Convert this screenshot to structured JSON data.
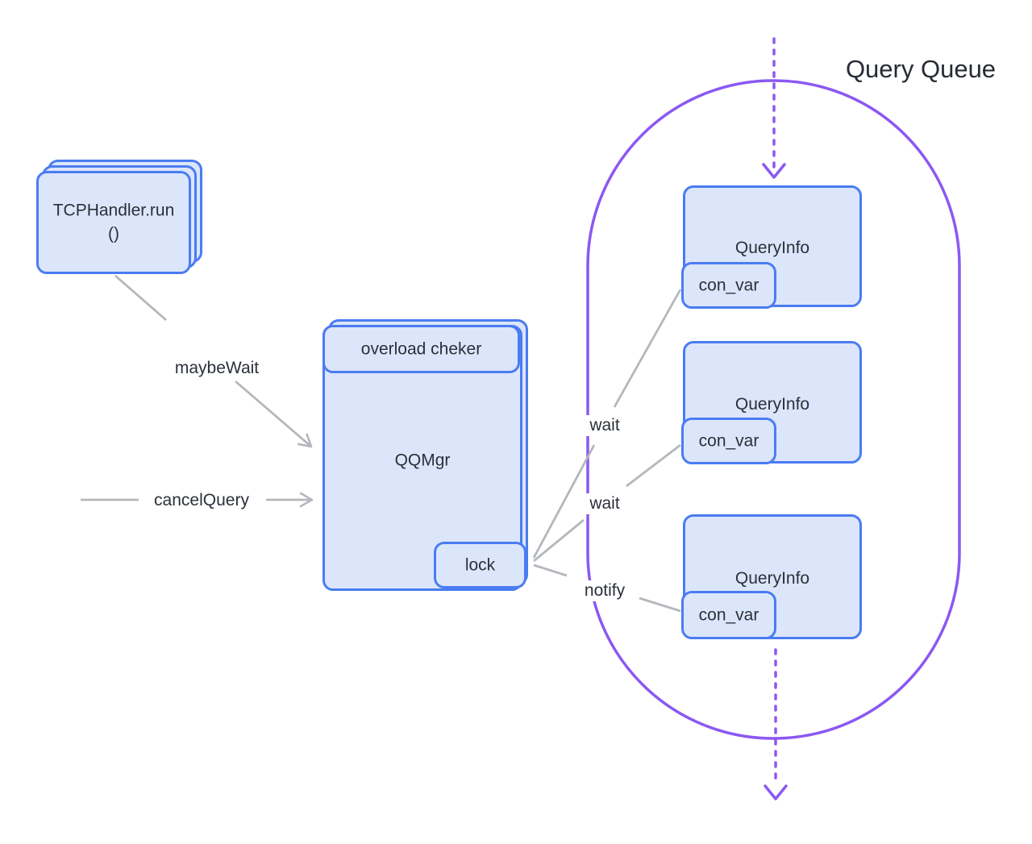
{
  "title": "Query Queue",
  "tcp_handler": {
    "line1": "TCPHandler.run",
    "line2": "()"
  },
  "qqmgr": {
    "label": "QQMgr",
    "overload_label": "overload cheker",
    "lock_label": "lock"
  },
  "queue": {
    "items": [
      {
        "label": "QueryInfo",
        "sub_label": "con_var"
      },
      {
        "label": "QueryInfo",
        "sub_label": "con_var"
      },
      {
        "label": "QueryInfo",
        "sub_label": "con_var"
      }
    ]
  },
  "edges": {
    "maybe_wait": "maybeWait",
    "cancel_query": "cancelQuery",
    "wait_top": "wait",
    "wait_mid": "wait",
    "notify": "notify"
  },
  "colors": {
    "node_border": "#4a7cf2",
    "node_fill": "#dce6fb",
    "queue_outline": "#8b58f2",
    "edge_gray": "#b4b7bc",
    "text": "#2b3039"
  }
}
